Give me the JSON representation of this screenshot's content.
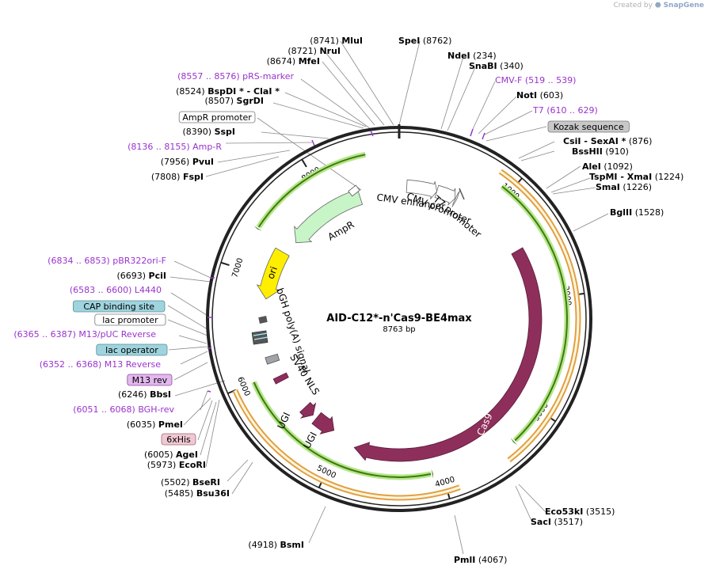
{
  "watermark": {
    "prefix": "Created by",
    "brand": "SnapGene"
  },
  "plasmid": {
    "name": "AID-C12*-n'Cas9-BE4max",
    "size_label": "8763 bp",
    "length": 8763
  },
  "colors": {
    "backbone": "#222222",
    "feature_purple": "#8e2f5b",
    "orf_green": "#5a9a1a",
    "orf_orange": "#e0a040",
    "ampr_fill": "#c8f5c8",
    "ori_fill": "#ffee00",
    "primer_text": "#9933cc",
    "site_text": "#000000",
    "leader": "#888888"
  },
  "ticks": [
    "1000",
    "2000",
    "3000",
    "4000",
    "5000",
    "6000",
    "7000",
    "8000"
  ],
  "arc_features": [
    {
      "label": "Cas9",
      "kind": "cas9"
    },
    {
      "label": "UGI",
      "kind": "ugi1"
    },
    {
      "label": "UGI",
      "kind": "ugi2"
    },
    {
      "label": "AmpR",
      "kind": "ampr"
    },
    {
      "label": "ori",
      "kind": "ori"
    },
    {
      "label": "CMV enhancer",
      "kind": "cmv_enh"
    },
    {
      "label": "CMV promoter",
      "kind": "cmv_prom"
    },
    {
      "label": "T7 promoter",
      "kind": "t7"
    },
    {
      "label": "bGH poly(A) signal",
      "kind": "bgh"
    },
    {
      "label": "SV40 NLS",
      "kind": "sv40"
    }
  ],
  "right_labels": [
    {
      "name": "SpeI",
      "coord": "(8762)"
    },
    {
      "name": "NdeI",
      "coord": "(234)"
    },
    {
      "name": "SnaBI",
      "coord": "(340)"
    },
    {
      "name": "CMV-F",
      "coord": "(519 .. 539)",
      "type": "primer"
    },
    {
      "name": "NotI",
      "coord": "(603)"
    },
    {
      "name": "T7",
      "coord": "(610 .. 629)",
      "type": "primer"
    },
    {
      "name": "Kozak sequence",
      "coord": "",
      "type": "box",
      "box": "gray"
    },
    {
      "name": "CsiI  - SexAI *",
      "coord": "(876)"
    },
    {
      "name": "BssHII",
      "coord": "(910)"
    },
    {
      "name": "AleI",
      "coord": "(1092)"
    },
    {
      "name": "TspMI  - XmaI",
      "coord": "(1224)"
    },
    {
      "name": "SmaI",
      "coord": "(1226)"
    },
    {
      "name": "BglII",
      "coord": "(1528)"
    },
    {
      "name": "Eco53kI",
      "coord": "(3515)"
    },
    {
      "name": "SacI",
      "coord": "(3517)"
    },
    {
      "name": "PmlI",
      "coord": "(4067)"
    }
  ],
  "left_labels": [
    {
      "name": "MluI",
      "coord": "(8741)"
    },
    {
      "name": "NruI",
      "coord": "(8721)"
    },
    {
      "name": "MfeI",
      "coord": "(8674)"
    },
    {
      "name": "pRS-marker",
      "coord": "(8557 .. 8576)",
      "type": "primer"
    },
    {
      "name": "BspDI * - ClaI *",
      "coord": "(8524)"
    },
    {
      "name": "SgrDI",
      "coord": "(8507)"
    },
    {
      "name": "AmpR promoter",
      "coord": "",
      "type": "box",
      "box": "white"
    },
    {
      "name": "SspI",
      "coord": "(8390)"
    },
    {
      "name": "Amp-R",
      "coord": "(8136 .. 8155)",
      "type": "primer"
    },
    {
      "name": "PvuI",
      "coord": "(7956)"
    },
    {
      "name": "FspI",
      "coord": "(7808)"
    },
    {
      "name": "pBR322ori-F",
      "coord": "(6834 .. 6853)",
      "type": "primer"
    },
    {
      "name": "PciI",
      "coord": "(6693)"
    },
    {
      "name": "L4440",
      "coord": "(6583 .. 6600)",
      "type": "primer"
    },
    {
      "name": "CAP binding site",
      "coord": "",
      "type": "box",
      "box": "teal"
    },
    {
      "name": "lac promoter",
      "coord": "",
      "type": "box",
      "box": "white"
    },
    {
      "name": "M13/pUC Reverse",
      "coord": "(6365 .. 6387)",
      "type": "primer"
    },
    {
      "name": "lac operator",
      "coord": "",
      "type": "box",
      "box": "teal"
    },
    {
      "name": "M13 Reverse",
      "coord": "(6352 .. 6368)",
      "type": "primer"
    },
    {
      "name": "M13 rev",
      "coord": "",
      "type": "box",
      "box": "purple"
    },
    {
      "name": "BbsI",
      "coord": "(6246)"
    },
    {
      "name": "BGH-rev",
      "coord": "(6051 .. 6068)",
      "type": "primer"
    },
    {
      "name": "PmeI",
      "coord": "(6035)"
    },
    {
      "name": "6xHis",
      "coord": "",
      "type": "box",
      "box": "pink"
    },
    {
      "name": "AgeI",
      "coord": "(6005)"
    },
    {
      "name": "EcoRI",
      "coord": "(5973)"
    },
    {
      "name": "BseRI",
      "coord": "(5502)"
    },
    {
      "name": "Bsu36I",
      "coord": "(5485)"
    },
    {
      "name": "BsmI",
      "coord": "(4918)"
    }
  ]
}
